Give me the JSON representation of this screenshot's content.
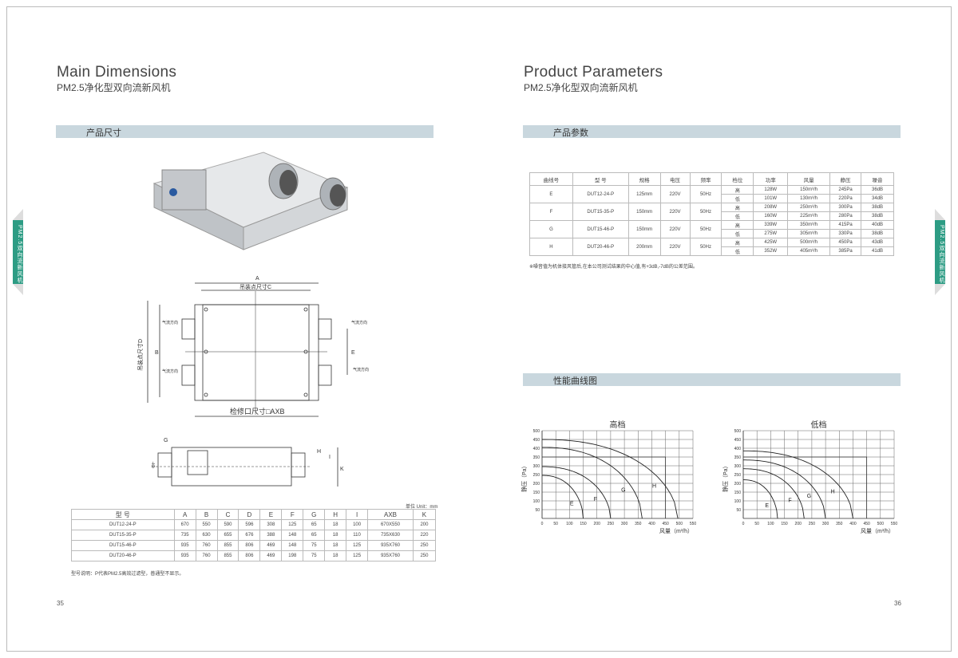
{
  "left": {
    "title": "Main Dimensions",
    "subtitle": "PM2.5净化型双向流新风机",
    "section": "产品尺寸",
    "drawing": {
      "A": "A",
      "C": "吊装点尺寸C",
      "D": "吊装点尺寸D",
      "B": "B",
      "E": "E",
      "access": "检修口尺寸□AXB",
      "airflow": "气流方向",
      "G": "G",
      "F": "ΦF",
      "H": "H",
      "I": "I",
      "K": "K"
    },
    "unit": "单位 Unit：mm",
    "table": {
      "headers": [
        "型 号",
        "A",
        "B",
        "C",
        "D",
        "E",
        "F",
        "G",
        "H",
        "I",
        "AXB",
        "K"
      ],
      "rows": [
        [
          "DUT12-24-P",
          "670",
          "550",
          "590",
          "596",
          "308",
          "125",
          "65",
          "18",
          "100",
          "670X550",
          "200"
        ],
        [
          "DUT15-35-P",
          "735",
          "630",
          "655",
          "676",
          "388",
          "148",
          "65",
          "18",
          "110",
          "735X630",
          "220"
        ],
        [
          "DUT15-46-P",
          "935",
          "760",
          "855",
          "806",
          "469",
          "148",
          "75",
          "18",
          "125",
          "935X760",
          "250"
        ],
        [
          "DUT20-46-P",
          "935",
          "760",
          "855",
          "806",
          "469",
          "198",
          "75",
          "18",
          "125",
          "935X760",
          "250"
        ]
      ]
    },
    "note": "型号说明：P代表PM2.5高效过滤型，普通型不显示。",
    "page": "35",
    "side_tab": "PM2.5双向流新风机"
  },
  "right": {
    "title": "Product Parameters",
    "subtitle": "PM2.5净化型双向流新风机",
    "section": "产品参数",
    "table": {
      "headers": [
        "曲线号",
        "型 号",
        "规格",
        "电压",
        "频率",
        "档位",
        "功率",
        "风量",
        "静压",
        "噪音"
      ],
      "groups": [
        {
          "curve": "E",
          "model": "DUT12-24-P",
          "size": "125mm",
          "voltage": "220V",
          "freq": "50Hz",
          "rows": [
            [
              "高",
              "128W",
              "150m³/h",
              "245Pa",
              "36dB"
            ],
            [
              "低",
              "101W",
              "130m³/h",
              "220Pa",
              "34dB"
            ]
          ]
        },
        {
          "curve": "F",
          "model": "DUT15-35-P",
          "size": "150mm",
          "voltage": "220V",
          "freq": "50Hz",
          "rows": [
            [
              "高",
              "208W",
              "250m³/h",
              "300Pa",
              "38dB"
            ],
            [
              "低",
              "160W",
              "225m³/h",
              "280Pa",
              "38dB"
            ]
          ]
        },
        {
          "curve": "G",
          "model": "DUT15-46-P",
          "size": "150mm",
          "voltage": "220V",
          "freq": "50Hz",
          "rows": [
            [
              "高",
              "339W",
              "350m³/h",
              "415Pa",
              "40dB"
            ],
            [
              "低",
              "275W",
              "305m³/h",
              "330Pa",
              "38dB"
            ]
          ]
        },
        {
          "curve": "H",
          "model": "DUT20-46-P",
          "size": "200mm",
          "voltage": "220V",
          "freq": "50Hz",
          "rows": [
            [
              "高",
              "425W",
              "500m³/h",
              "450Pa",
              "43dB"
            ],
            [
              "低",
              "352W",
              "405m³/h",
              "385Pa",
              "41dB"
            ]
          ]
        }
      ]
    },
    "note": "※噪音值为机体接风管后,在本公司测试结果的中心值,有+3dB,-7dB的公差范围。",
    "section2": "性能曲线图",
    "page": "36",
    "side_tab": "PM2.5双向流新风机"
  },
  "chart_data": [
    {
      "type": "line",
      "title": "高档",
      "xlabel": "风量（m³/h）",
      "ylabel": "静压（Pa）",
      "xlim": [
        0,
        550
      ],
      "ylim": [
        0,
        500
      ],
      "xticks": [
        0,
        50,
        100,
        150,
        200,
        250,
        300,
        350,
        400,
        450,
        500,
        550
      ],
      "yticks": [
        50,
        100,
        150,
        200,
        250,
        300,
        350,
        400,
        450,
        500
      ],
      "grid": true,
      "series": [
        {
          "name": "E",
          "y0": 245,
          "x1": 150
        },
        {
          "name": "F",
          "y0": 295,
          "x1": 250
        },
        {
          "name": "G",
          "y0": 405,
          "x1": 365
        },
        {
          "name": "H",
          "y0": 450,
          "x1": 495
        }
      ],
      "box": {
        "x": 450,
        "y": 350
      }
    },
    {
      "type": "line",
      "title": "低档",
      "xlabel": "风量（m³/h）",
      "ylabel": "静压（Pa）",
      "xlim": [
        0,
        550
      ],
      "ylim": [
        0,
        500
      ],
      "xticks": [
        0,
        50,
        100,
        150,
        200,
        250,
        300,
        350,
        400,
        450,
        500,
        550
      ],
      "yticks": [
        50,
        100,
        150,
        200,
        250,
        300,
        350,
        400,
        450,
        500
      ],
      "grid": true,
      "series": [
        {
          "name": "E",
          "y0": 220,
          "x1": 125
        },
        {
          "name": "F",
          "y0": 283,
          "x1": 222
        },
        {
          "name": "G",
          "y0": 333,
          "x1": 300
        },
        {
          "name": "H",
          "y0": 385,
          "x1": 400
        }
      ],
      "box": {
        "x": 450,
        "y": 350
      }
    }
  ]
}
